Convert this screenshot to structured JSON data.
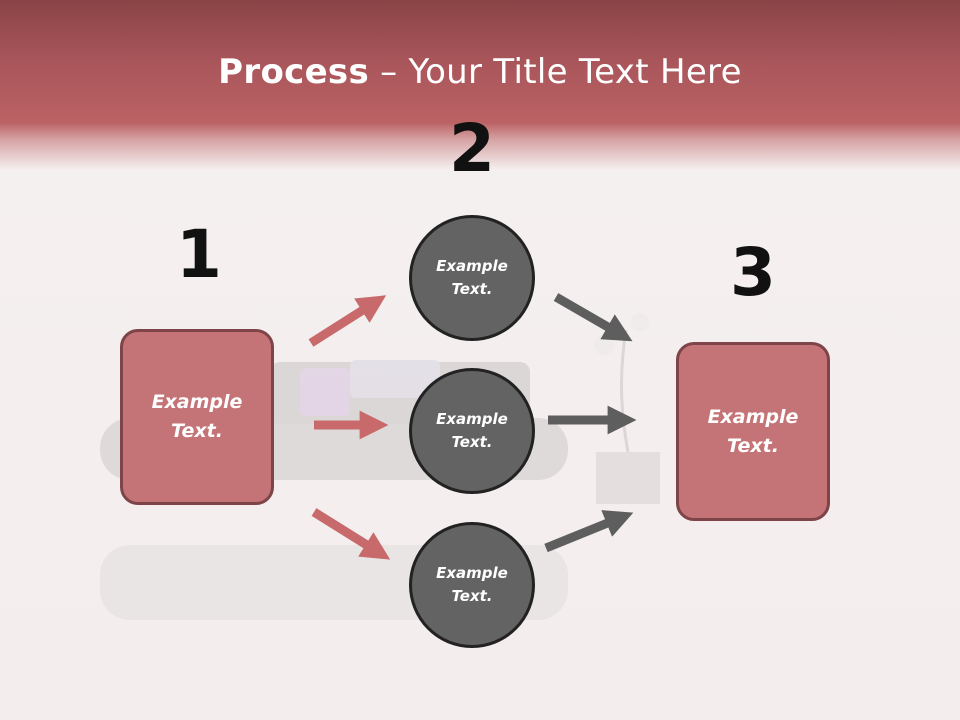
{
  "slide": {
    "title_bold": "Process",
    "title_rest": " – Your Title Text Here"
  },
  "steps": {
    "step1_number": "1",
    "step2_number": "2",
    "step3_number": "3",
    "box1_text": "Example\nText.",
    "box3_text": "Example\nText.",
    "circle_top_text": "Example\nText.",
    "circle_middle_text": "Example\nText.",
    "circle_bottom_text": "Example\nText."
  },
  "colors": {
    "header": "#bb6264",
    "box_fill": "#c47476",
    "box_border": "#7e4448",
    "circle_fill": "#636363",
    "pink_arrow": "#c86a6c",
    "gray_arrow": "#5e5e5e"
  }
}
